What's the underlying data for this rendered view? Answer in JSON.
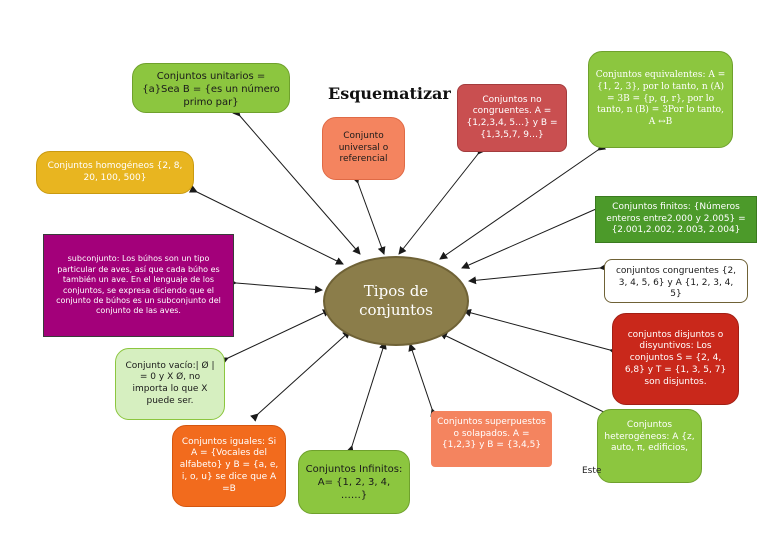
{
  "title": "Esquematizar",
  "center": "Tipos de conjuntos",
  "stray_text": "Este",
  "colors": {
    "olive_green": "#8cc63f",
    "mustard": "#e8b520",
    "magenta": "#a3007a",
    "light_green": "#d6efc0",
    "orange": "#f26b1d",
    "salmon": "#f4845f",
    "dusty_red": "#c94f50",
    "dark_green": "#4c9a2a",
    "red": "#c9281b",
    "center": "#8b7d4a"
  },
  "nodes": {
    "unitarios": "Conjuntos unitarios = {a}Sea B = {es un número primo par}",
    "homogeneos": "Conjuntos homogéneos {2, 8, 20, 100, 500}",
    "subconjunto": "subconjunto: Los búhos son un tipo particular de aves, así que cada búho es también un ave. En el lenguaje de los conjuntos, se expresa diciendo que el conjunto de búhos es un subconjunto del conjunto de las aves.",
    "vacio": "Conjunto vacío:| Ø | = 0 y X Ø, no importa lo que X puede ser.",
    "iguales": "Conjuntos iguales: Si A = {Vocales del alfabeto} y B = {a, e, i, o, u} se dice que A =B",
    "infinitos": "Conjuntos Infinitos: A= {1, 2, 3, 4, ……}",
    "solapados": "Conjuntos superpuestos o solapados. A = {1,2,3} y B = {3,4,5}",
    "heterogeneos": "Conjuntos heterogéneos: A {z, auto, π, edificios,",
    "disjuntos": "conjuntos disjuntos o disyuntivos: Los conjuntos S = {2, 4, 6,8} y T = {1, 3, 5, 7} son disjuntos.",
    "congruentes": "conjuntos congruentes {2, 3, 4, 5, 6} y A {1, 2, 3, 4, 5}",
    "finitos": "Conjuntos finitos: {Números enteros entre2.000 y 2.005} = {2.001,2.002, 2.003, 2.004}",
    "equivalentes": "Conjuntos equivalentes: A = {1, 2, 3}, por lo tanto, n (A) = 3B = {p, q, r}, por lo tanto, n (B) = 3Por lo tanto, A ↔B",
    "no_congruentes": "Conjuntos no congruentes. A = {1,2,3,4, 5…} y B = {1,3,5,7, 9…}",
    "universal": "Conjunto universal o referencial"
  }
}
